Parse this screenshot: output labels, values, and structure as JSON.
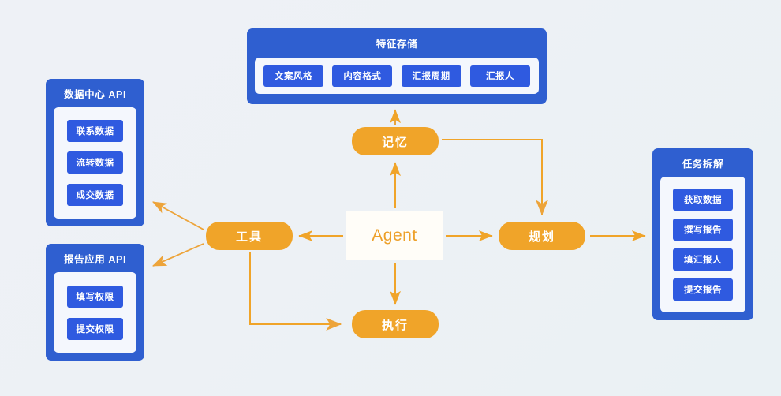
{
  "theme": {
    "background": "#eef1f6",
    "panel_blue": "#2f5fd0",
    "chip_blue": "#2f5ae0",
    "panel_inner": "#f4f7fd",
    "accent_orange": "#f0a429",
    "agent_border": "#eaa83c",
    "agent_text": "#eda02a"
  },
  "diagram": {
    "title": "Agent architecture flow",
    "core": {
      "agent_label": "Agent"
    },
    "pills": {
      "memory": "记忆",
      "tool": "工具",
      "plan": "规划",
      "execute": "执行"
    },
    "panels": {
      "feature_store": {
        "title": "特征存储",
        "chips": [
          "文案风格",
          "内容格式",
          "汇报周期",
          "汇报人"
        ]
      },
      "data_center_api": {
        "title": "数据中心 API",
        "chips": [
          "联系数据",
          "流转数据",
          "成交数据"
        ]
      },
      "report_app_api": {
        "title": "报告应用 API",
        "chips": [
          "填写权限",
          "提交权限"
        ]
      },
      "task_breakdown": {
        "title": "任务拆解",
        "chips": [
          "获取数据",
          "撰写报告",
          "填汇报人",
          "提交报告"
        ]
      }
    },
    "connections": [
      {
        "from": "agent",
        "to": "memory",
        "style": "straight-up-arrow"
      },
      {
        "from": "agent",
        "to": "tool",
        "style": "straight-left-arrow"
      },
      {
        "from": "agent",
        "to": "plan",
        "style": "straight-right-arrow"
      },
      {
        "from": "agent",
        "to": "execute",
        "style": "straight-down-arrow"
      },
      {
        "from": "memory",
        "to": "feature_store",
        "style": "straight-up-arrow"
      },
      {
        "from": "memory",
        "to": "plan",
        "style": "elbow-right-down-arrow"
      },
      {
        "from": "tool",
        "to": "data_center_api",
        "style": "diagonal-up-left-arrow"
      },
      {
        "from": "tool",
        "to": "report_app_api",
        "style": "diagonal-down-left-arrow"
      },
      {
        "from": "tool",
        "to": "execute",
        "style": "elbow-down-right-arrow"
      },
      {
        "from": "plan",
        "to": "task_breakdown",
        "style": "straight-right-arrow"
      }
    ]
  }
}
